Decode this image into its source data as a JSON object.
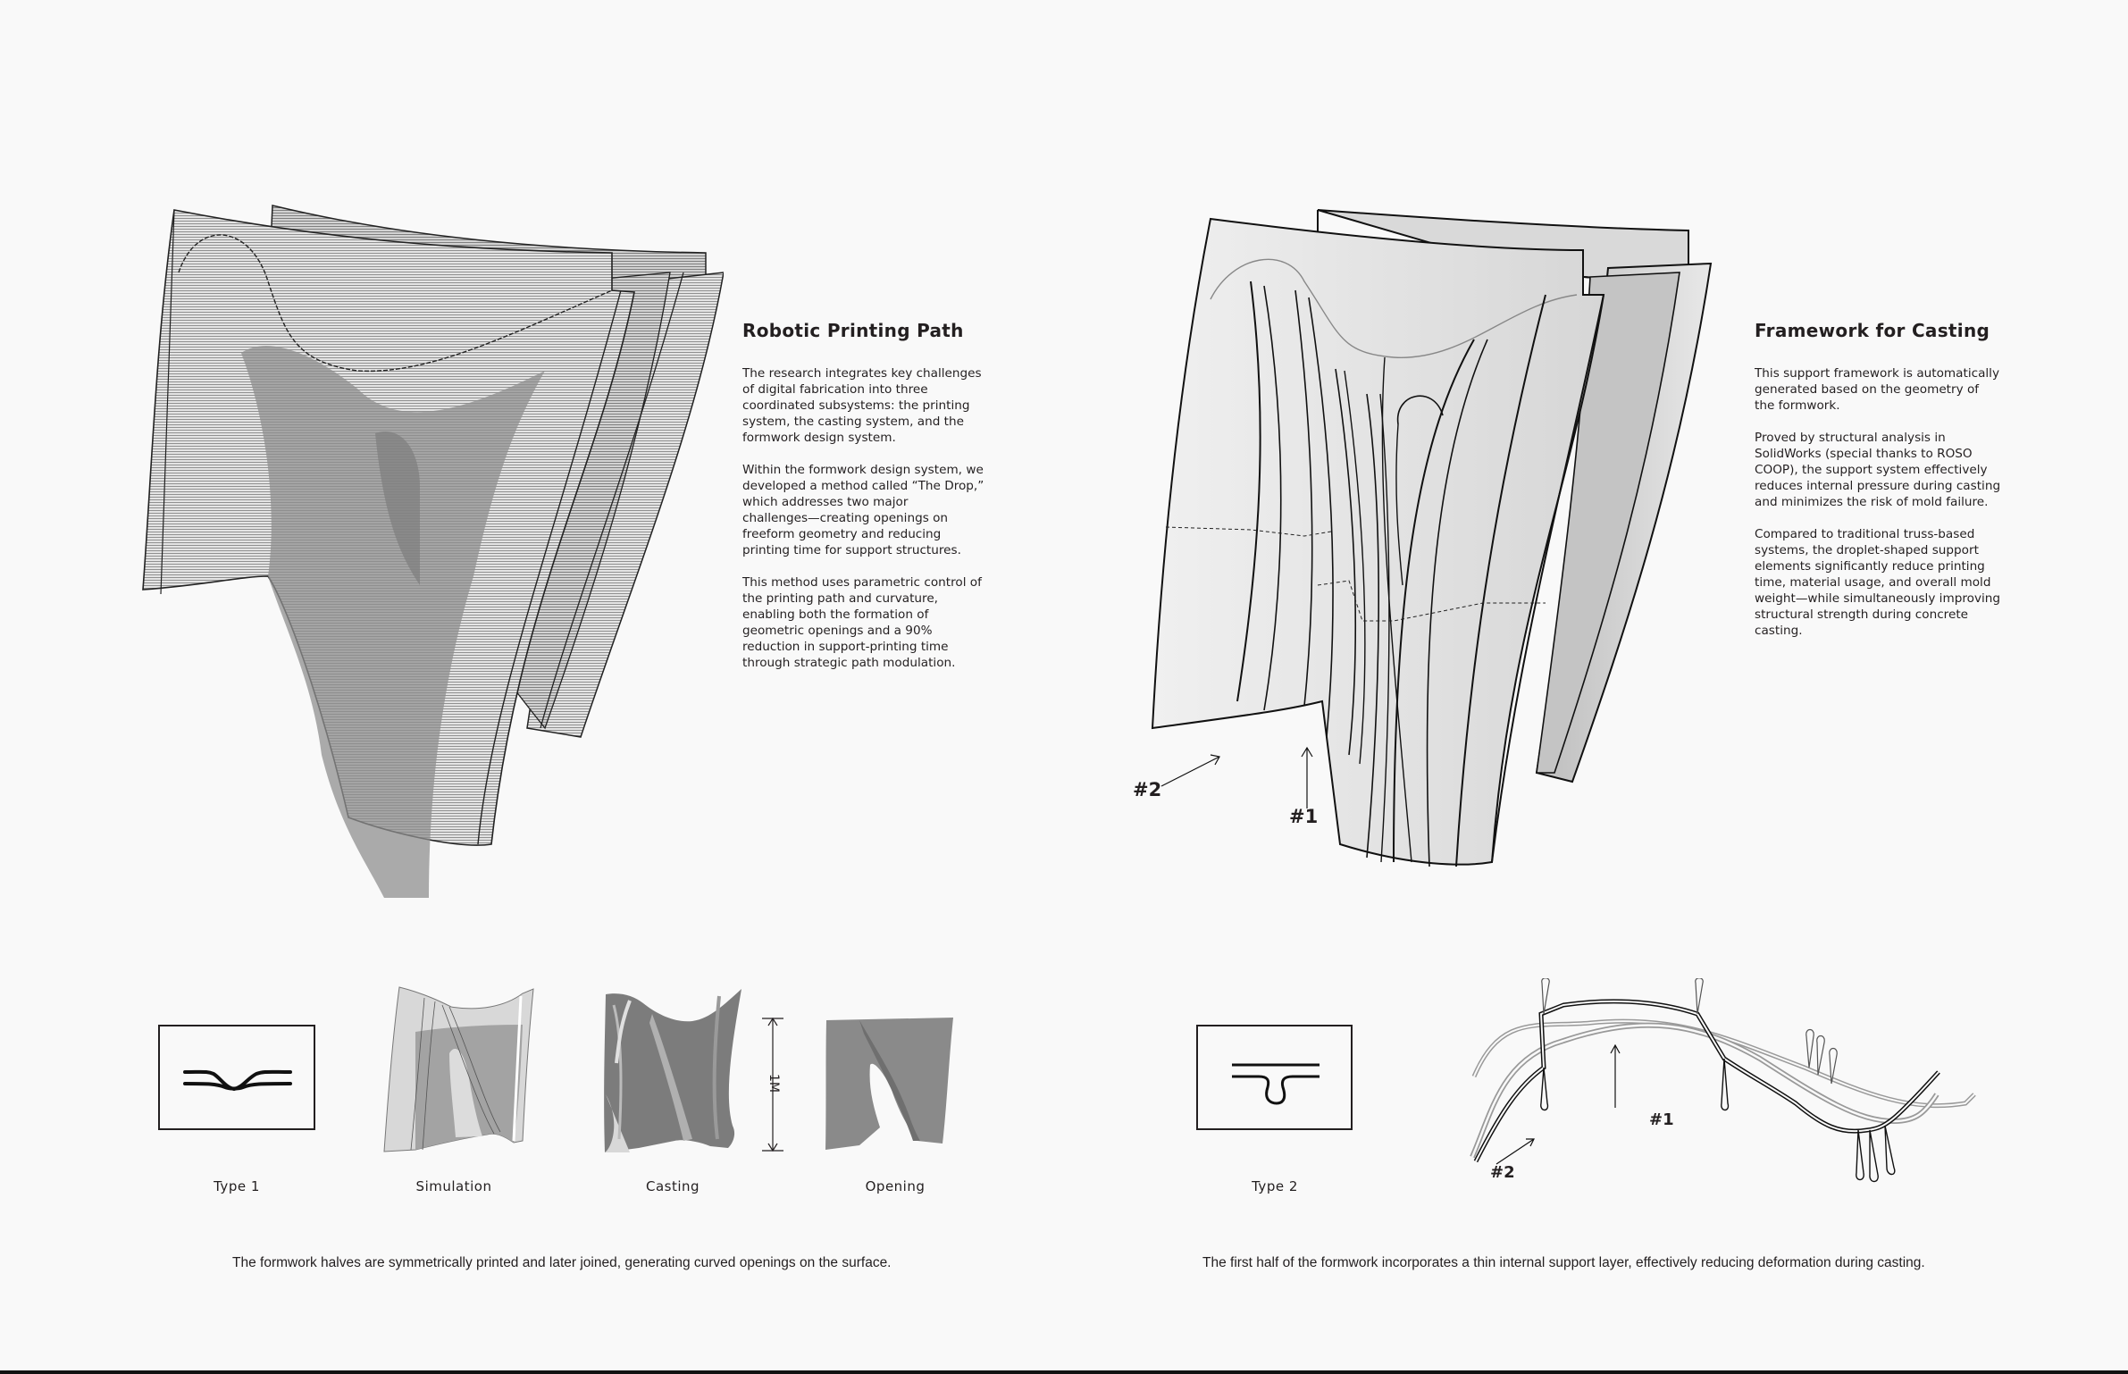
{
  "left_panel": {
    "title": "Robotic Printing Path",
    "paragraphs": [
      "The research integrates key challenges\nof digital fabrication into three\ncoordinated subsystems: the printing\nsystem, the casting system, and the\nformwork design system.",
      "Within the formwork design system, we\ndeveloped a method called “The Drop,”\nwhich addresses two major\nchallenges—creating openings on\nfreeform geometry and reducing\nprinting time for support structures.",
      "This method uses parametric control of\nthe printing path and curvature,\nenabling both the formation of\ngeometric openings and a 90%\nreduction in support-printing time\nthrough strategic path modulation."
    ],
    "figure": "printing-path-render",
    "strip": {
      "items": [
        {
          "label": "Type 1",
          "kind": "diagram"
        },
        {
          "label": "Simulation",
          "kind": "render"
        },
        {
          "label": "Casting",
          "kind": "photo",
          "dimension": "1M"
        },
        {
          "label": "Opening",
          "kind": "photo"
        }
      ],
      "caption": "The formwork halves are symmetrically printed and later joined, generating curved openings on the surface."
    }
  },
  "right_panel": {
    "title": "Framework for Casting",
    "paragraphs": [
      "This support framework is automatically\ngenerated based on the geometry of\nthe formwork.",
      "Proved by structural analysis in\nSolidWorks (special thanks to ROSO\nCOOP), the support system effectively\nreduces internal pressure during casting\nand minimizes the risk of mold failure.",
      "Compared to traditional truss-based\nsystems, the droplet-shaped support\nelements significantly reduce printing\ntime, material usage, and overall mold\nweight—while simultaneously improving\nstructural strength during concrete\ncasting."
    ],
    "figure": "casting-framework-render",
    "markers": [
      "#2",
      "#1"
    ],
    "strip": {
      "items": [
        {
          "label": "Type 2",
          "kind": "diagram"
        },
        {
          "label": "",
          "kind": "plan-section",
          "markers": [
            "#1",
            "#2"
          ]
        }
      ],
      "caption": "The first half of the formwork incorporates a thin internal support layer, effectively reducing deformation during casting."
    }
  },
  "colors": {
    "background": "#f9f9f9",
    "ink": "#231f20",
    "mesh_gray": "#8e8e8e",
    "surface_light": "#e6e6e6",
    "surface_mid": "#c8c8c8"
  }
}
